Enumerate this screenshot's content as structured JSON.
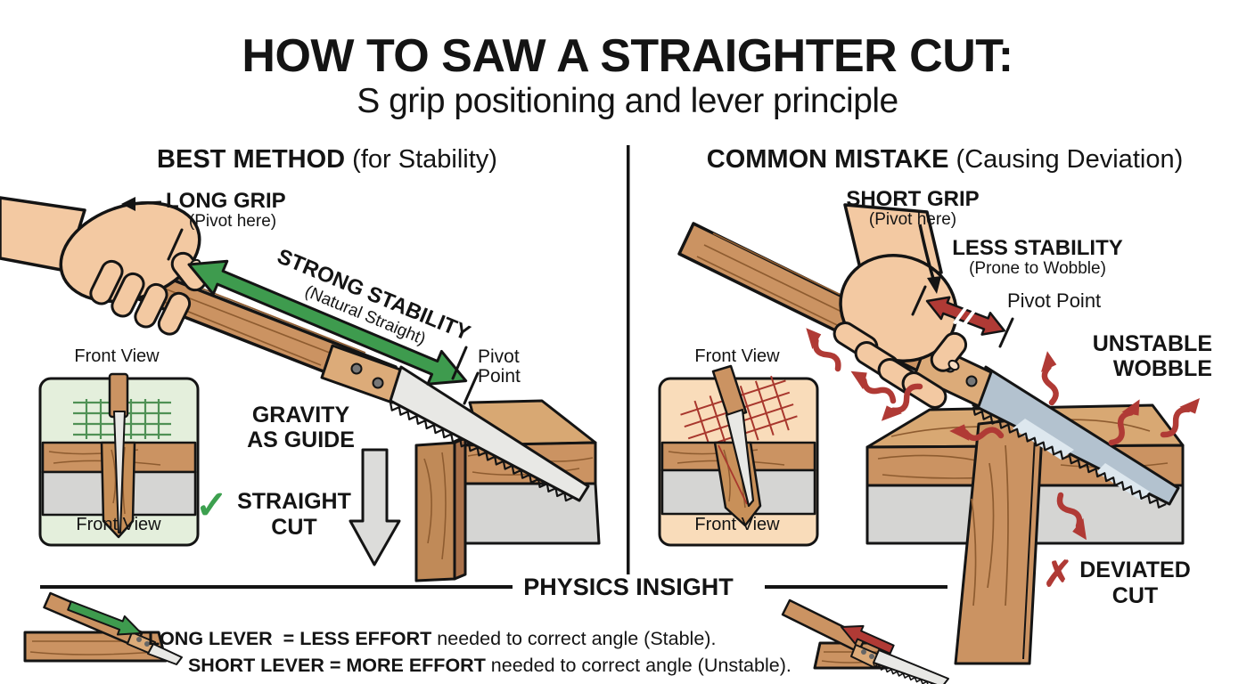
{
  "title": "HOW TO SAW A STRAIGHTER CUT:",
  "subtitle": "S grip positioning and lever principle",
  "left": {
    "heading_bold": "BEST METHOD",
    "heading_rest": " (for Stability)",
    "long_grip": "LONG GRIP",
    "long_grip_sub": "(Pivot here)",
    "stability": "STRONG STABILITY",
    "stability_sub": "(Natural Straight)",
    "pivot1": "Pivot",
    "pivot2": "Point",
    "front_view": "Front View",
    "front_view_inner": "Front View",
    "gravity1": "GRAVITY",
    "gravity2": "AS GUIDE",
    "check_mark": "✓",
    "straight1": "STRAIGHT",
    "straight2": "CUT"
  },
  "right": {
    "heading_bold": "COMMON MISTAKE",
    "heading_rest": " (Causing Deviation)",
    "short_grip": "SHORT GRIP",
    "short_grip_sub": "(Pivot here)",
    "less_stability": "LESS STABILITY",
    "less_stability_sub": "(Prone to Wobble)",
    "pivot_point": "Pivot Point",
    "unstable1": "UNSTABLE",
    "unstable2": "WOBBLE",
    "front_view": "Front View",
    "front_view_inner": "Front View",
    "x_mark": "✗",
    "deviated1": "DEVIATED",
    "deviated2": "CUT"
  },
  "physics": {
    "heading": "PHYSICS INSIGHT",
    "line1_bold": "LONG LEVER  = LESS EFFORT",
    "line1_rest": " needed to correct angle (Stable).",
    "line2_bold": "SHORT LEVER = MORE EFFORT",
    "line2_rest": " needed to correct angle (Unstable)."
  },
  "colors": {
    "good_green": "#3e9b4e",
    "bad_red": "#b03a35",
    "wood": "#cb9362",
    "wood_light": "#d8a873",
    "skin": "#f3c9a2",
    "blade_gray": "#e8e8e5",
    "blade_blue": "#b3c2cf",
    "inset_green_bg": "#e4efdc",
    "inset_peach_bg": "#f9dcba",
    "foam_gray": "#d5d5d3",
    "text_black": "#141414"
  }
}
